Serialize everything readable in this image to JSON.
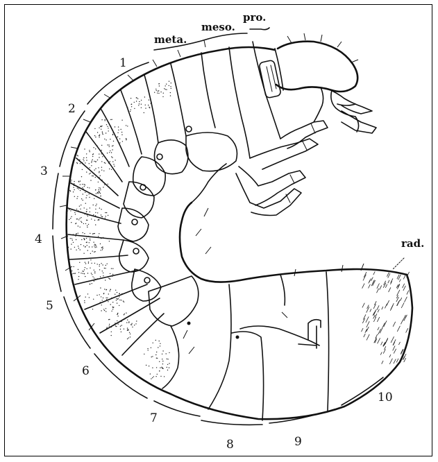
{
  "labels": {
    "thorax": {
      "meta": "meta.",
      "meso": "meso.",
      "pro": "pro."
    },
    "abdominal_segments": [
      "1",
      "2",
      "3",
      "4",
      "5",
      "6",
      "7",
      "8",
      "9",
      "10"
    ],
    "rad": "rad."
  }
}
